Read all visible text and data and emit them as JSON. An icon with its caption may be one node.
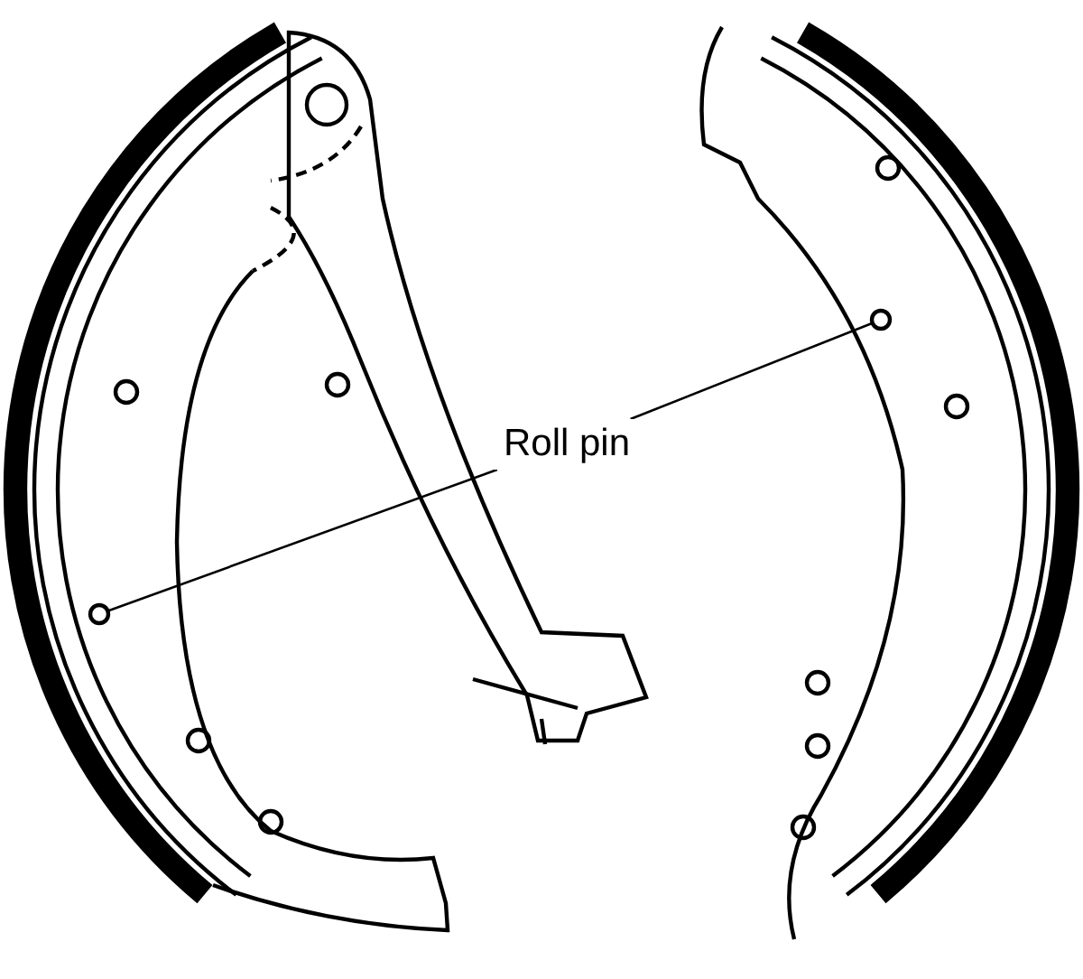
{
  "diagram": {
    "nodes": [
      {
        "text": [
          "Roll pin"
        ]
      },
      {
        "text": [],
        "shape": "circle"
      },
      {
        "text": [],
        "shape": "circle"
      }
    ],
    "edges": [
      {
        "from": 0,
        "to": 1,
        "arrow": "none"
      },
      {
        "from": 0,
        "to": 2,
        "arrow": "none"
      }
    ]
  }
}
